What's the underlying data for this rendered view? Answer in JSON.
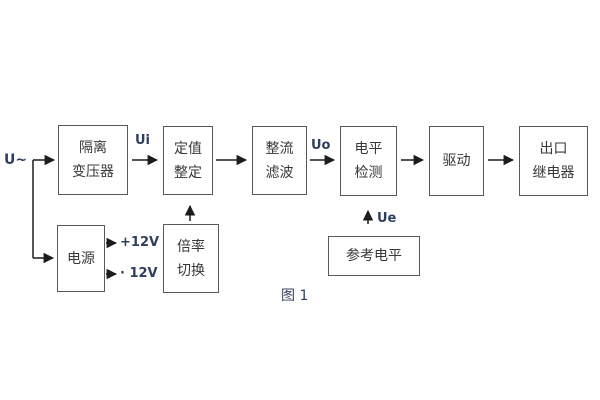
{
  "diagram": {
    "caption": "图 1",
    "signal_labels": {
      "input": "U~",
      "ui": "Ui",
      "uo": "Uo",
      "ue": "Ue",
      "plus12v": "+12V",
      "minus12v": "· 12V"
    },
    "blocks": {
      "isolation_transformer": {
        "line1": "隔离",
        "line2": "变压器"
      },
      "setting": {
        "line1": "定值",
        "line2": "整定"
      },
      "rectifier_filter": {
        "line1": "整流",
        "line2": "滤波"
      },
      "level_detection": {
        "line1": "电平",
        "line2": "检测"
      },
      "driver": {
        "line1": "驱动"
      },
      "output_relay": {
        "line1": "出口",
        "line2": "继电器"
      },
      "power_supply": {
        "line1": "电源"
      },
      "ratio_switch": {
        "line1": "倍率",
        "line2": "切换"
      },
      "reference_level": {
        "line1": "参考电平"
      }
    },
    "colors": {
      "box_border": "#595959",
      "wire": "#1c1c1c",
      "text_cn": "#383838",
      "text_latin": "#2e3f5e",
      "background": "#ffffff"
    }
  }
}
